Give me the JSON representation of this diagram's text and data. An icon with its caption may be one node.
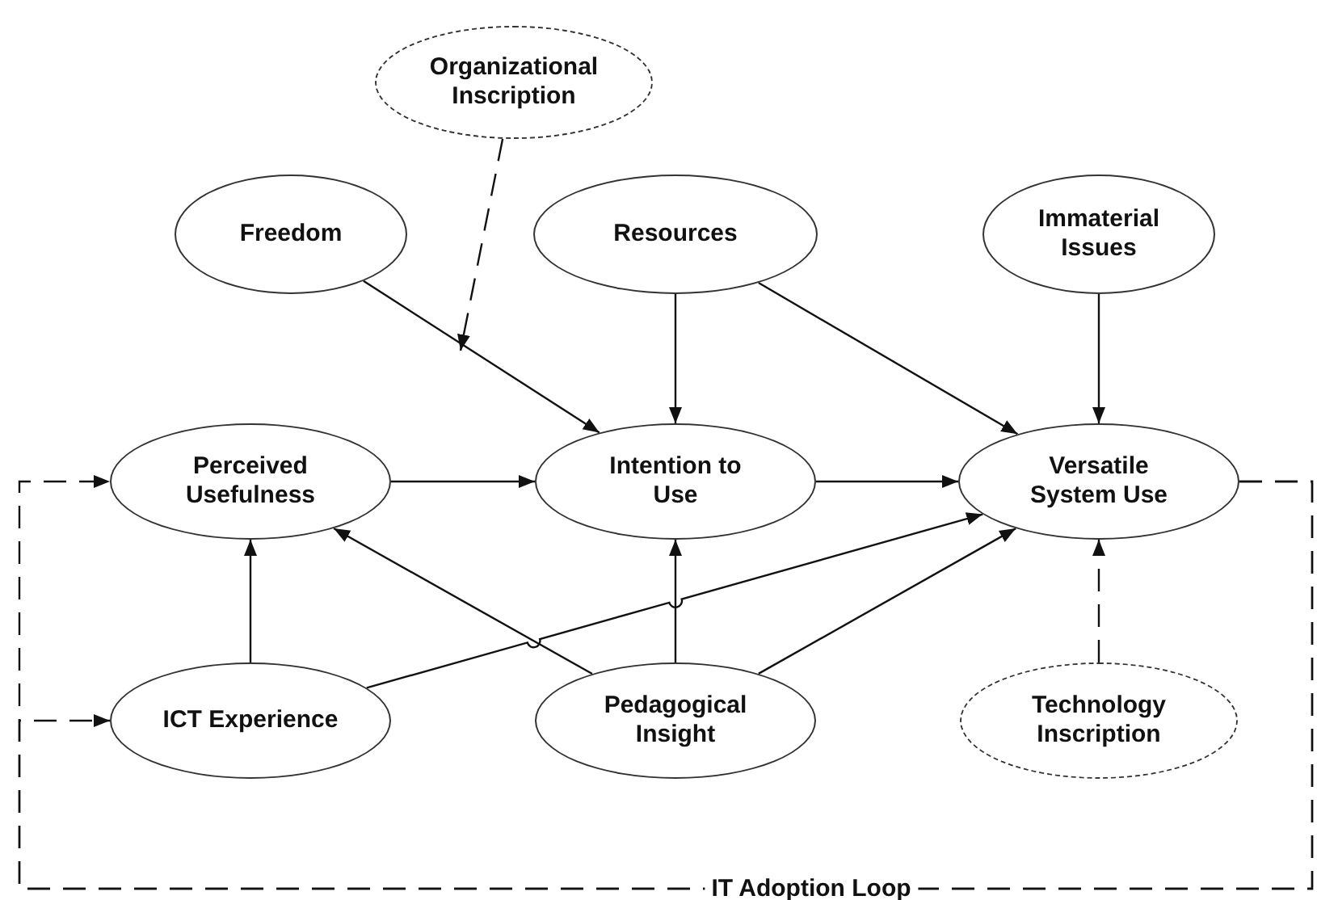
{
  "diagram": {
    "nodes": [
      {
        "text": [
          "Organizational Inscription"
        ]
      },
      {
        "text": [
          "Freedom"
        ]
      },
      {
        "text": [
          "Resources"
        ]
      },
      {
        "text": [
          "Immaterial Issues"
        ]
      },
      {
        "text": [
          "Perceived Usefulness"
        ]
      },
      {
        "text": [
          "Intention to Use"
        ]
      },
      {
        "text": [
          "Versatile System Use"
        ]
      },
      {
        "text": [
          "ICT Experience"
        ]
      },
      {
        "text": [
          "Pedagogical Insight"
        ]
      },
      {
        "text": [
          "Technology Inscription"
        ]
      }
    ],
    "edges": [
      {
        "from": 1,
        "to": 5,
        "arrow": "to"
      },
      {
        "from": 0,
        "to": null,
        "arrow": "to",
        "style": "dashed"
      },
      {
        "from": 2,
        "to": 5,
        "arrow": "to"
      },
      {
        "from": 2,
        "to": 6,
        "arrow": "to"
      },
      {
        "from": 3,
        "to": 6,
        "arrow": "to"
      },
      {
        "from": 4,
        "to": 5,
        "arrow": "to"
      },
      {
        "from": 5,
        "to": 6,
        "arrow": "to"
      },
      {
        "from": 7,
        "to": 4,
        "arrow": "to"
      },
      {
        "from": 8,
        "to": 4,
        "arrow": "to"
      },
      {
        "from": 8,
        "to": 5,
        "arrow": "to"
      },
      {
        "from": 7,
        "to": 6,
        "arrow": "to"
      },
      {
        "from": 8,
        "to": 6,
        "arrow": "to"
      },
      {
        "from": 9,
        "to": 6,
        "arrow": "to",
        "style": "dashed"
      },
      {
        "from": 6,
        "to": 4,
        "arrow": "to",
        "style": "dashed",
        "label": "IT Adoption Loop"
      },
      {
        "from": 6,
        "to": 7,
        "arrow": "to",
        "style": "dashed"
      }
    ]
  }
}
